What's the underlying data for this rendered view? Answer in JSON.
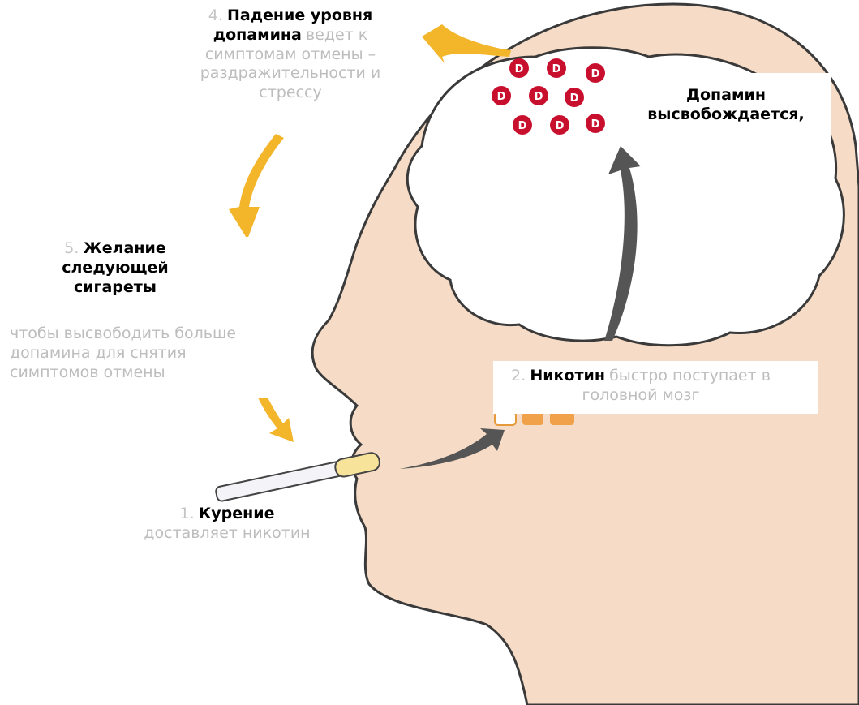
{
  "steps": {
    "smoking": {
      "num": "1.",
      "bold": "Курение",
      "rest": "доставляет никотин"
    },
    "nicotine": {
      "num": "2.",
      "bold": "Никотин",
      "rest_line1": "быстро поступает в",
      "rest_line2": "головной мозг"
    },
    "dopamine": {
      "line1": "Допамин",
      "line2": "высвобождается,"
    },
    "drop": {
      "num": "4.",
      "bold_line1": "Падение уровня",
      "bold_line2": "допамина",
      "rest_line1": "ведет к",
      "rest_line2": "симптомам отмены –",
      "rest_line3": "раздражительности и",
      "rest_line4": "стрессу"
    },
    "desire": {
      "num": "5.",
      "bold_line1": "Желание",
      "bold_line2": "следующей",
      "bold_line3": "сигареты",
      "rest_line1": "чтобы высвободить больше",
      "rest_line2": "допамина для снятия",
      "rest_line3": "симптомов отмены"
    }
  },
  "dopamine_marker": "D",
  "colors": {
    "skin": "#f6dcc6",
    "outline": "#3a3a3a",
    "dopamine_red": "#c8102e",
    "arrow_yellow": "#f3b52a",
    "arrow_gray": "#555555",
    "label_gray": "#bdbdbd"
  }
}
